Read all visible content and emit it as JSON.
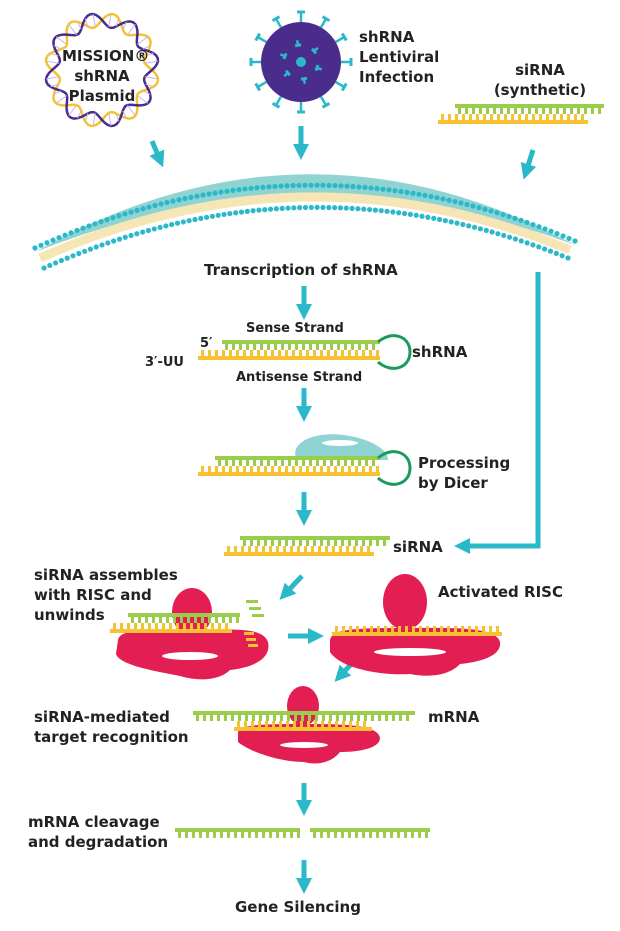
{
  "title": "RNA interference pathway (shRNA / siRNA gene silencing)",
  "colors": {
    "arrow": "#2bb8c9",
    "membrane_fill": "#8fd3d3",
    "membrane_dots": "#2bb8c9",
    "lipid_tails": "#f7e6b5",
    "sense_strand": "#9ccc4c",
    "antisense_strand": "#f6c232",
    "loop": "#1a9a5c",
    "risc": "#e31e52",
    "dicer": "#8fd3d3",
    "virus": "#4a2c8c",
    "virus_spikes": "#2bb8c9",
    "plasmid_strand_a": "#4a2c8c",
    "plasmid_strand_b": "#f6c232",
    "text": "#222222"
  },
  "sources": {
    "plasmid": {
      "line1": "MISSION®",
      "line2": "shRNA",
      "line3": "Plasmid"
    },
    "lentiviral": {
      "line1": "shRNA",
      "line2": "Lentiviral",
      "line3": "Infection"
    },
    "synthetic": {
      "line1": "siRNA",
      "line2": "(synthetic)"
    }
  },
  "steps": {
    "transcription": "Transcription of shRNA",
    "shrna": {
      "sense_label": "Sense Strand",
      "antisense_label": "Antisense Strand",
      "five_prime": "5′",
      "three_prime": "3′-UU",
      "name": "shRNA"
    },
    "dicer": {
      "line1": "Processing",
      "line2": "by Dicer"
    },
    "sirna": "siRNA",
    "assemble": {
      "line1": "siRNA assembles",
      "line2": "with RISC and",
      "line3": "unwinds"
    },
    "activated": "Activated RISC",
    "recognition": {
      "line1": "siRNA-mediated",
      "line2": "target recognition",
      "mrna": "mRNA"
    },
    "cleavage": {
      "line1": "mRNA cleavage",
      "line2": "and degradation"
    },
    "result": "Gene Silencing"
  }
}
